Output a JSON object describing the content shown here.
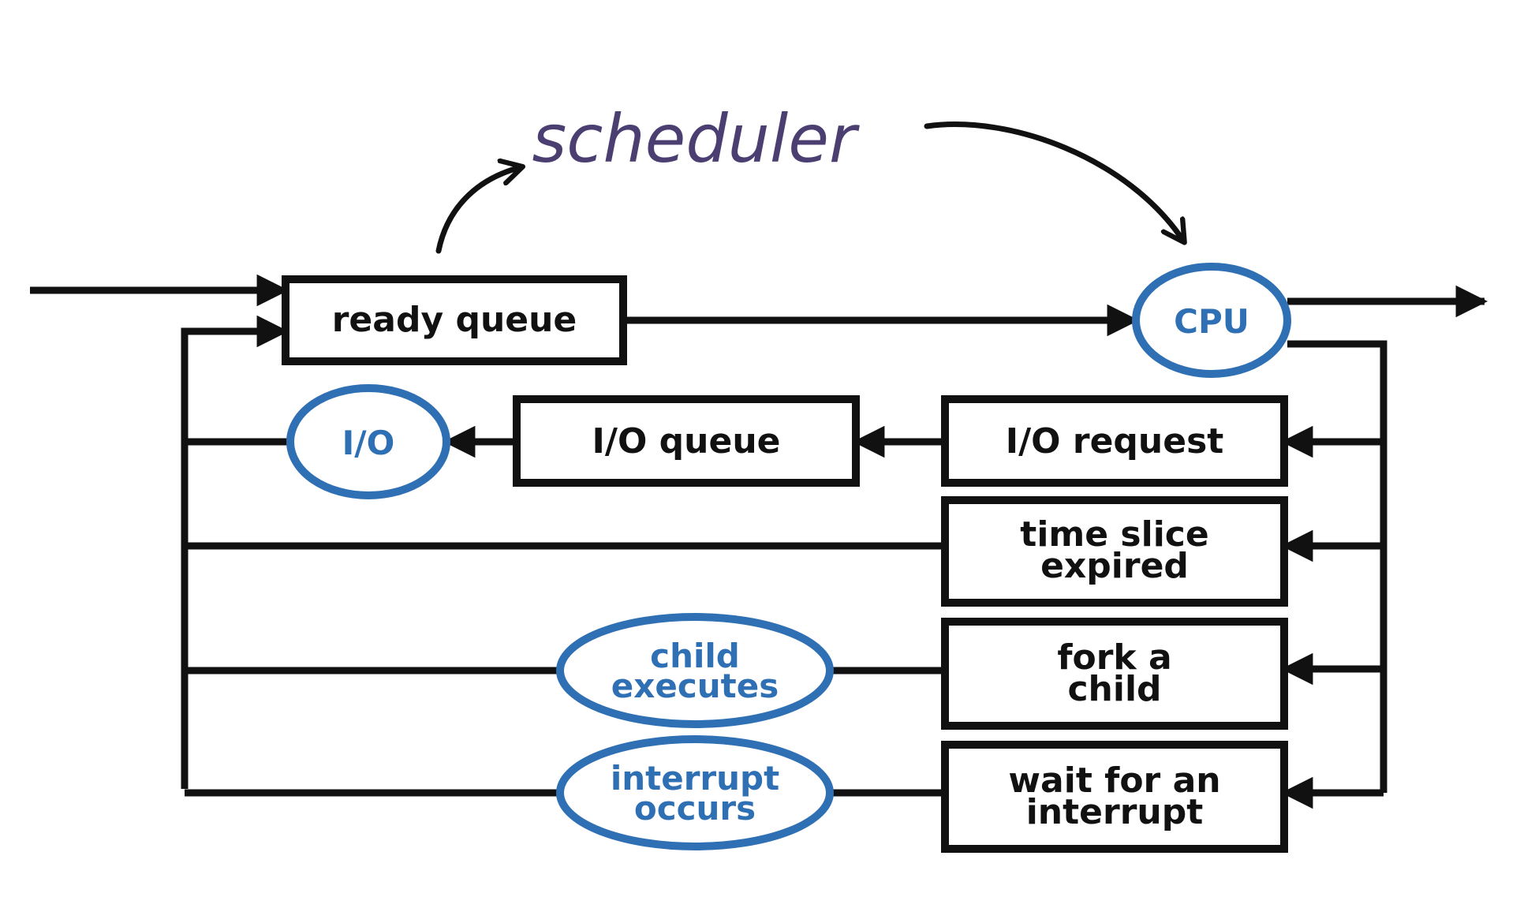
{
  "colors": {
    "ink": "#111111",
    "accent_blue": "#2f6fb3",
    "handwriting_purple": "#4b3f72",
    "background": "#ffffff"
  },
  "annotation": {
    "scheduler": "scheduler"
  },
  "boxes": {
    "ready_queue": "ready queue",
    "io_queue": "I/O queue",
    "io_request": "I/O request",
    "time_slice_line1": "time slice",
    "time_slice_line2": "expired",
    "fork_line1": "fork a",
    "fork_line2": "child",
    "wait_line1": "wait for an",
    "wait_line2": "interrupt"
  },
  "ovals": {
    "cpu": "CPU",
    "io": "I/O",
    "child_line1": "child",
    "child_line2": "executes",
    "interrupt_line1": "interrupt",
    "interrupt_line2": "occurs"
  }
}
